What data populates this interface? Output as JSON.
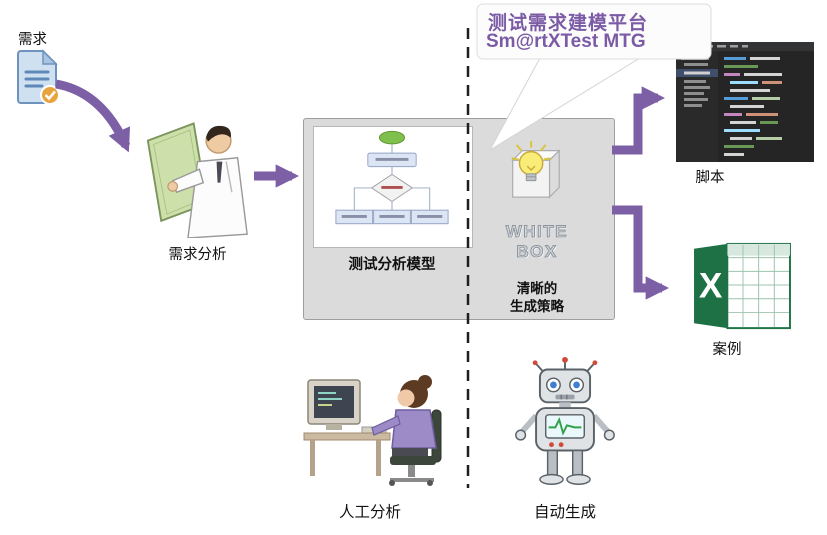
{
  "header": {
    "platform_title": "测试需求建模平台",
    "platform_subtitle": "Sm@rtXTest MTG"
  },
  "flow": {
    "requirement_label": "需求",
    "analysis_label": "需求分析",
    "model_label": "测试分析模型",
    "whitebox_line1": "WHITE",
    "whitebox_line2": "BOX",
    "strategy_line1": "清晰的",
    "strategy_line2": "生成策略",
    "script_label": "脚本",
    "case_label": "案例",
    "manual_label": "人工分析",
    "auto_label": "自动生成"
  },
  "icons": {
    "excel_letter": "X",
    "document_icon": "requirement-document-with-check",
    "lightbulb_icon": "glowing-bulb-in-white-box",
    "robot_icon": "auto-generation-robot",
    "analyst_icon": "person-with-clipboard",
    "workstation_icon": "person-at-computer",
    "script_icon": "dark-ide-screenshot"
  },
  "colors": {
    "arrow_purple": "#7D5FA5",
    "title_purple": "#7B5BA6",
    "excel_green": "#1E7145",
    "box_gray": "#DBDBDB",
    "bulb_yellow": "#F9ED77",
    "flow_start_green": "#7FBF4D"
  }
}
